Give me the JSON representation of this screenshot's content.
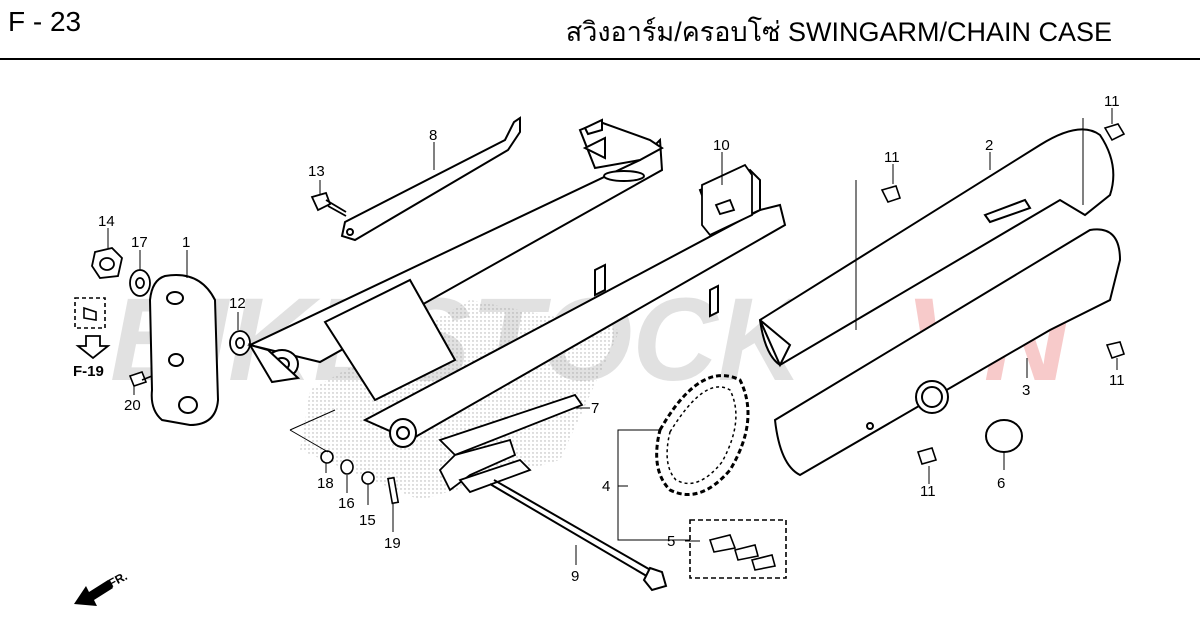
{
  "header": {
    "page_code": "F - 23",
    "title": "สวิงอาร์ม/ครอบโซ่  SWINGARM/CHAIN CASE"
  },
  "watermark": {
    "text_a": "BIKESTOCK",
    "text_b": "VN",
    "color_a": "#c9c9c9",
    "color_b": "#f2a0a0"
  },
  "reference": {
    "label": "F-19"
  },
  "direction": {
    "label": "FR."
  },
  "callouts": {
    "c1": "1",
    "c2": "2",
    "c3": "3",
    "c4": "4",
    "c5": "5",
    "c6": "6",
    "c7": "7",
    "c8": "8",
    "c9": "9",
    "c10": "10",
    "c11a": "11",
    "c11b": "11",
    "c11c": "11",
    "c11d": "11",
    "c12": "12",
    "c13": "13",
    "c14": "14",
    "c15": "15",
    "c16": "16",
    "c17": "17",
    "c18": "18",
    "c19": "19",
    "c20": "20"
  },
  "colors": {
    "line": "#000000",
    "part_fill": "#ffffff",
    "shade": "#bdbdbd"
  }
}
